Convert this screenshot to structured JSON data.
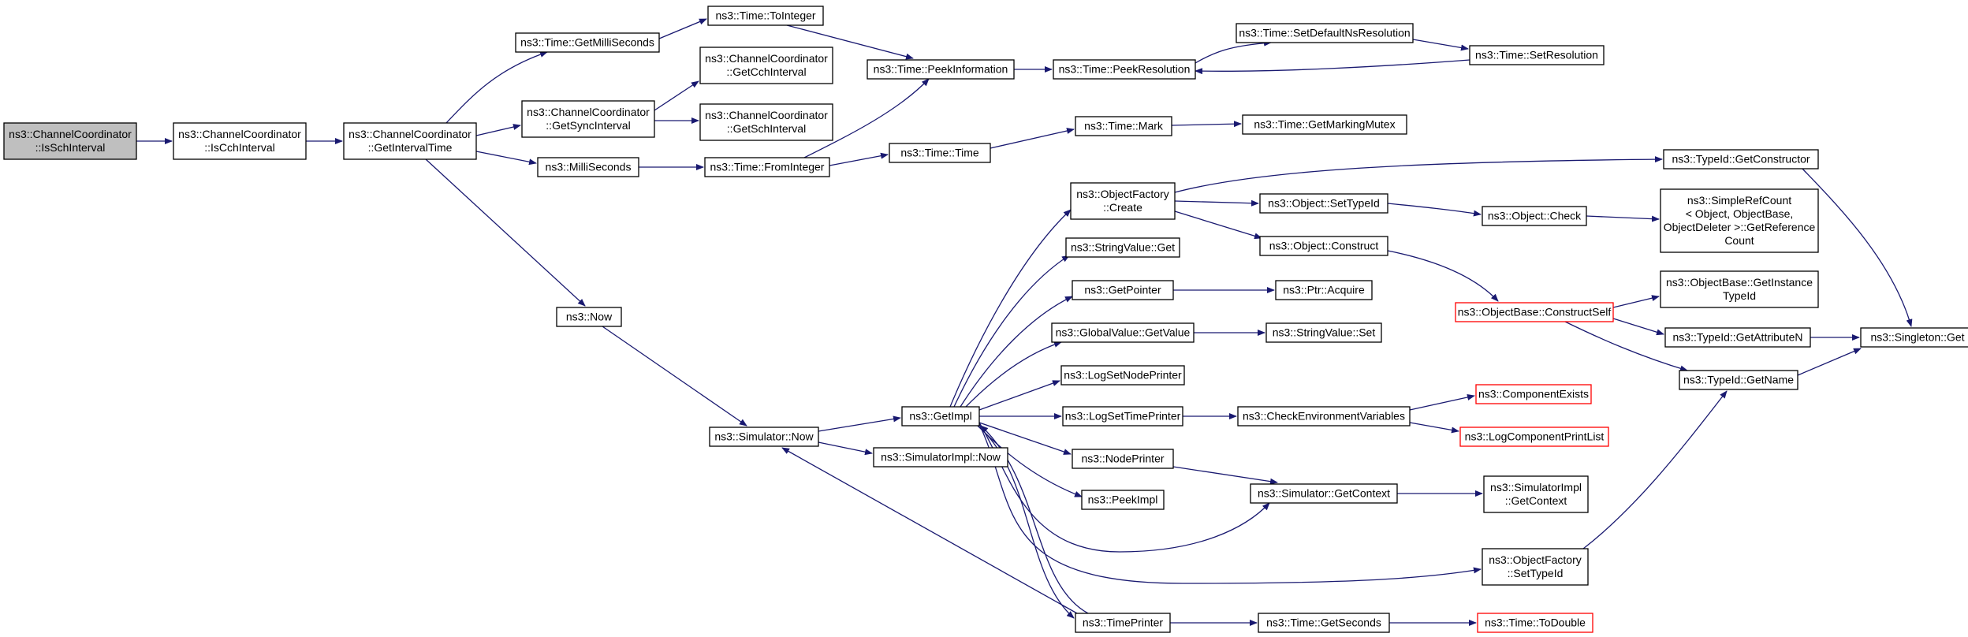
{
  "diagram": {
    "colors": {
      "edge": "#191970",
      "node_border": "#000000",
      "node_fill": "#ffffff",
      "root_fill": "#bfbfbf",
      "truncated_border": "#ff0000"
    },
    "nodes": [
      {
        "id": "IsSchInterval",
        "lines": [
          "ns3::ChannelCoordinator",
          "::IsSchInterval"
        ],
        "style": "root"
      },
      {
        "id": "IsCchInterval",
        "lines": [
          "ns3::ChannelCoordinator",
          "::IsCchInterval"
        ]
      },
      {
        "id": "GetIntervalTime",
        "lines": [
          "ns3::ChannelCoordinator",
          "::GetIntervalTime"
        ]
      },
      {
        "id": "GetMilliSeconds",
        "lines": [
          "ns3::Time::GetMilliSeconds"
        ]
      },
      {
        "id": "GetSyncInterval",
        "lines": [
          "ns3::ChannelCoordinator",
          "::GetSyncInterval"
        ]
      },
      {
        "id": "MilliSeconds",
        "lines": [
          "ns3::MilliSeconds"
        ]
      },
      {
        "id": "Now",
        "lines": [
          "ns3::Now"
        ]
      },
      {
        "id": "ToInteger",
        "lines": [
          "ns3::Time::ToInteger"
        ]
      },
      {
        "id": "GetCchInterval",
        "lines": [
          "ns3::ChannelCoordinator",
          "::GetCchInterval"
        ]
      },
      {
        "id": "GetSchInterval",
        "lines": [
          "ns3::ChannelCoordinator",
          "::GetSchInterval"
        ]
      },
      {
        "id": "FromInteger",
        "lines": [
          "ns3::Time::FromInteger"
        ]
      },
      {
        "id": "SimulatorNow",
        "lines": [
          "ns3::Simulator::Now"
        ]
      },
      {
        "id": "PeekInformation",
        "lines": [
          "ns3::Time::PeekInformation"
        ]
      },
      {
        "id": "TimeTime",
        "lines": [
          "ns3::Time::Time"
        ]
      },
      {
        "id": "GetImpl",
        "lines": [
          "ns3::GetImpl"
        ]
      },
      {
        "id": "SimulatorImplNow",
        "lines": [
          "ns3::SimulatorImpl::Now"
        ]
      },
      {
        "id": "PeekResolution",
        "lines": [
          "ns3::Time::PeekResolution"
        ]
      },
      {
        "id": "Mark",
        "lines": [
          "ns3::Time::Mark"
        ]
      },
      {
        "id": "ObjectFactoryCreate",
        "lines": [
          "ns3::ObjectFactory",
          "::Create"
        ]
      },
      {
        "id": "StringValueGet",
        "lines": [
          "ns3::StringValue::Get"
        ]
      },
      {
        "id": "GetPointer",
        "lines": [
          "ns3::GetPointer"
        ]
      },
      {
        "id": "GlobalValueGetValue",
        "lines": [
          "ns3::GlobalValue::GetValue"
        ]
      },
      {
        "id": "LogSetNodePrinter",
        "lines": [
          "ns3::LogSetNodePrinter"
        ]
      },
      {
        "id": "LogSetTimePrinter",
        "lines": [
          "ns3::LogSetTimePrinter"
        ]
      },
      {
        "id": "NodePrinter",
        "lines": [
          "ns3::NodePrinter"
        ]
      },
      {
        "id": "PeekImpl",
        "lines": [
          "ns3::PeekImpl"
        ]
      },
      {
        "id": "TimePrinter",
        "lines": [
          "ns3::TimePrinter"
        ]
      },
      {
        "id": "SetDefaultNsResolution",
        "lines": [
          "ns3::Time::SetDefaultNsResolution"
        ]
      },
      {
        "id": "SetResolution",
        "lines": [
          "ns3::Time::SetResolution"
        ]
      },
      {
        "id": "GetMarkingMutex",
        "lines": [
          "ns3::Time::GetMarkingMutex"
        ]
      },
      {
        "id": "ObjectSetTypeId",
        "lines": [
          "ns3::Object::SetTypeId"
        ]
      },
      {
        "id": "ObjectConstruct",
        "lines": [
          "ns3::Object::Construct"
        ]
      },
      {
        "id": "PtrAcquire",
        "lines": [
          "ns3::Ptr::Acquire"
        ]
      },
      {
        "id": "StringValueSet",
        "lines": [
          "ns3::StringValue::Set"
        ]
      },
      {
        "id": "CheckEnvironmentVariables",
        "lines": [
          "ns3::CheckEnvironmentVariables"
        ]
      },
      {
        "id": "SimulatorGetContext",
        "lines": [
          "ns3::Simulator::GetContext"
        ]
      },
      {
        "id": "TimeGetSeconds",
        "lines": [
          "ns3::Time::GetSeconds"
        ]
      },
      {
        "id": "ObjectCheck",
        "lines": [
          "ns3::Object::Check"
        ]
      },
      {
        "id": "ObjectBaseConstructSelf",
        "lines": [
          "ns3::ObjectBase::ConstructSelf"
        ],
        "style": "truncated"
      },
      {
        "id": "ComponentExists",
        "lines": [
          "ns3::ComponentExists"
        ],
        "style": "truncated"
      },
      {
        "id": "LogComponentPrintList",
        "lines": [
          "ns3::LogComponentPrintList"
        ],
        "style": "truncated"
      },
      {
        "id": "SimulatorImplGetContext",
        "lines": [
          "ns3::SimulatorImpl",
          "::GetContext"
        ]
      },
      {
        "id": "ObjectFactorySetTypeId",
        "lines": [
          "ns3::ObjectFactory",
          "::SetTypeId"
        ]
      },
      {
        "id": "TimeToDouble",
        "lines": [
          "ns3::Time::ToDouble"
        ],
        "style": "truncated"
      },
      {
        "id": "TypeIdGetConstructor",
        "lines": [
          "ns3::TypeId::GetConstructor"
        ]
      },
      {
        "id": "SimpleRefCount",
        "lines": [
          "ns3::SimpleRefCount",
          "< Object, ObjectBase,",
          "ObjectDeleter >::GetReference",
          "Count"
        ]
      },
      {
        "id": "ObjectBaseGetInstanceTypeId",
        "lines": [
          "ns3::ObjectBase::GetInstance",
          "TypeId"
        ]
      },
      {
        "id": "TypeIdGetAttributeN",
        "lines": [
          "ns3::TypeId::GetAttributeN"
        ]
      },
      {
        "id": "TypeIdGetName",
        "lines": [
          "ns3::TypeId::GetName"
        ]
      },
      {
        "id": "SingletonGet",
        "lines": [
          "ns3::Singleton::Get"
        ]
      }
    ],
    "edges": [
      {
        "from": "IsSchInterval",
        "to": "IsCchInterval"
      },
      {
        "from": "IsCchInterval",
        "to": "GetIntervalTime"
      },
      {
        "from": "GetIntervalTime",
        "to": "GetMilliSeconds"
      },
      {
        "from": "GetIntervalTime",
        "to": "GetSyncInterval"
      },
      {
        "from": "GetIntervalTime",
        "to": "MilliSeconds"
      },
      {
        "from": "GetIntervalTime",
        "to": "Now"
      },
      {
        "from": "GetMilliSeconds",
        "to": "ToInteger"
      },
      {
        "from": "GetSyncInterval",
        "to": "GetCchInterval"
      },
      {
        "from": "GetSyncInterval",
        "to": "GetSchInterval"
      },
      {
        "from": "MilliSeconds",
        "to": "FromInteger"
      },
      {
        "from": "Now",
        "to": "SimulatorNow"
      },
      {
        "from": "ToInteger",
        "to": "PeekInformation"
      },
      {
        "from": "FromInteger",
        "to": "PeekInformation"
      },
      {
        "from": "FromInteger",
        "to": "TimeTime"
      },
      {
        "from": "SimulatorNow",
        "to": "GetImpl"
      },
      {
        "from": "SimulatorNow",
        "to": "SimulatorImplNow"
      },
      {
        "from": "PeekInformation",
        "to": "PeekResolution"
      },
      {
        "from": "PeekResolution",
        "to": "SetDefaultNsResolution"
      },
      {
        "from": "SetDefaultNsResolution",
        "to": "SetResolution"
      },
      {
        "from": "SetResolution",
        "to": "PeekResolution"
      },
      {
        "from": "TimeTime",
        "to": "Mark"
      },
      {
        "from": "Mark",
        "to": "GetMarkingMutex"
      },
      {
        "from": "GetImpl",
        "to": "ObjectFactoryCreate"
      },
      {
        "from": "GetImpl",
        "to": "StringValueGet"
      },
      {
        "from": "GetImpl",
        "to": "GetPointer"
      },
      {
        "from": "GetImpl",
        "to": "GlobalValueGetValue"
      },
      {
        "from": "GetImpl",
        "to": "LogSetNodePrinter"
      },
      {
        "from": "GetImpl",
        "to": "LogSetTimePrinter"
      },
      {
        "from": "GetImpl",
        "to": "NodePrinter"
      },
      {
        "from": "GetImpl",
        "to": "PeekImpl"
      },
      {
        "from": "GetImpl",
        "to": "SimulatorGetContext"
      },
      {
        "from": "GetImpl",
        "to": "ObjectFactorySetTypeId"
      },
      {
        "from": "GetImpl",
        "to": "TimePrinter"
      },
      {
        "from": "ObjectFactoryCreate",
        "to": "TypeIdGetConstructor"
      },
      {
        "from": "ObjectFactoryCreate",
        "to": "ObjectSetTypeId"
      },
      {
        "from": "ObjectFactoryCreate",
        "to": "ObjectConstruct"
      },
      {
        "from": "GetPointer",
        "to": "PtrAcquire"
      },
      {
        "from": "GlobalValueGetValue",
        "to": "StringValueSet"
      },
      {
        "from": "LogSetTimePrinter",
        "to": "CheckEnvironmentVariables"
      },
      {
        "from": "NodePrinter",
        "to": "SimulatorGetContext"
      },
      {
        "from": "TimePrinter",
        "to": "SimulatorNow"
      },
      {
        "from": "TimePrinter",
        "to": "GetImpl"
      },
      {
        "from": "TimePrinter",
        "to": "TimeGetSeconds"
      },
      {
        "from": "ObjectSetTypeId",
        "to": "ObjectCheck"
      },
      {
        "from": "ObjectConstruct",
        "to": "ObjectBaseConstructSelf"
      },
      {
        "from": "CheckEnvironmentVariables",
        "to": "ComponentExists"
      },
      {
        "from": "CheckEnvironmentVariables",
        "to": "LogComponentPrintList"
      },
      {
        "from": "SimulatorGetContext",
        "to": "SimulatorImplGetContext"
      },
      {
        "from": "TimeGetSeconds",
        "to": "TimeToDouble"
      },
      {
        "from": "ObjectCheck",
        "to": "SimpleRefCount"
      },
      {
        "from": "ObjectBaseConstructSelf",
        "to": "ObjectBaseGetInstanceTypeId"
      },
      {
        "from": "ObjectBaseConstructSelf",
        "to": "TypeIdGetAttributeN"
      },
      {
        "from": "ObjectBaseConstructSelf",
        "to": "TypeIdGetName"
      },
      {
        "from": "ObjectFactorySetTypeId",
        "to": "TypeIdGetName"
      },
      {
        "from": "TypeIdGetConstructor",
        "to": "SingletonGet"
      },
      {
        "from": "TypeIdGetAttributeN",
        "to": "SingletonGet"
      },
      {
        "from": "TypeIdGetName",
        "to": "SingletonGet"
      }
    ]
  }
}
